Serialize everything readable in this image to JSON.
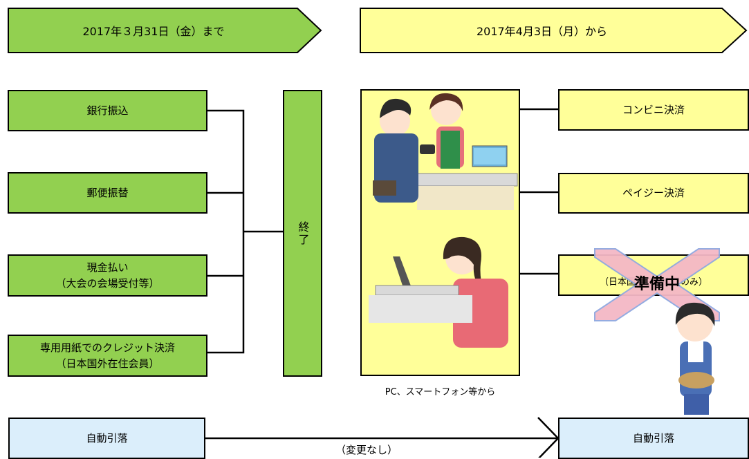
{
  "headers": {
    "until": "2017年３月31日（金）まで",
    "from": "2017年4月3日（月）から"
  },
  "left_methods": [
    {
      "label": "銀行振込"
    },
    {
      "label": "郵便振替"
    },
    {
      "label": "現金払い\n（大会の会場受付等）"
    },
    {
      "label": "専用用紙でのクレジット決済\n（日本国外在住会員）"
    }
  ],
  "end_box": {
    "label": "終了"
  },
  "right_methods": [
    {
      "label": "コンビニ決済"
    },
    {
      "label": "ペイジー決済"
    },
    {
      "label": "（日本国外在住会員のみ）"
    }
  ],
  "preparing_stamp": {
    "label": "準備中"
  },
  "illustration_caption": "PC、スマートフォン等から",
  "auto_debit": {
    "left": "自動引落",
    "right": "自動引落",
    "note": "（変更なし）"
  },
  "colors": {
    "green": "#92d050",
    "yellow": "#ffff99",
    "light_blue": "#dbeefb",
    "stamp_pink": "#f4b8c6",
    "stamp_border": "#8fa8e0"
  }
}
